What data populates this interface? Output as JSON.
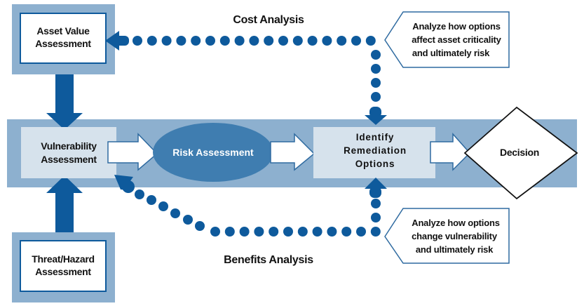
{
  "colors": {
    "band": "#8db0cf",
    "box_light": "#d6e2ec",
    "accent": "#0e5a9c",
    "ellipse": "#3f7db0",
    "arrow_outline": "#2e6aa0"
  },
  "nodes": {
    "asset_value": [
      "Asset Value",
      "Assessment"
    ],
    "vulnerability": [
      "Vulnerability",
      "Assessment"
    ],
    "risk": "Risk Assessment",
    "remediation": [
      "Identify",
      "Remediation",
      "Options"
    ],
    "decision": "Decision",
    "threat": [
      "Threat/Hazard",
      "Assessment"
    ]
  },
  "paths": {
    "cost": "Cost Analysis",
    "benefits": "Benefits Analysis"
  },
  "callouts": {
    "cost_note": [
      "Analyze how options",
      "affect asset criticality",
      "and ultimately risk"
    ],
    "benefit_note": [
      "Analyze how options",
      "change vulnerability",
      "and ultimately risk"
    ]
  }
}
